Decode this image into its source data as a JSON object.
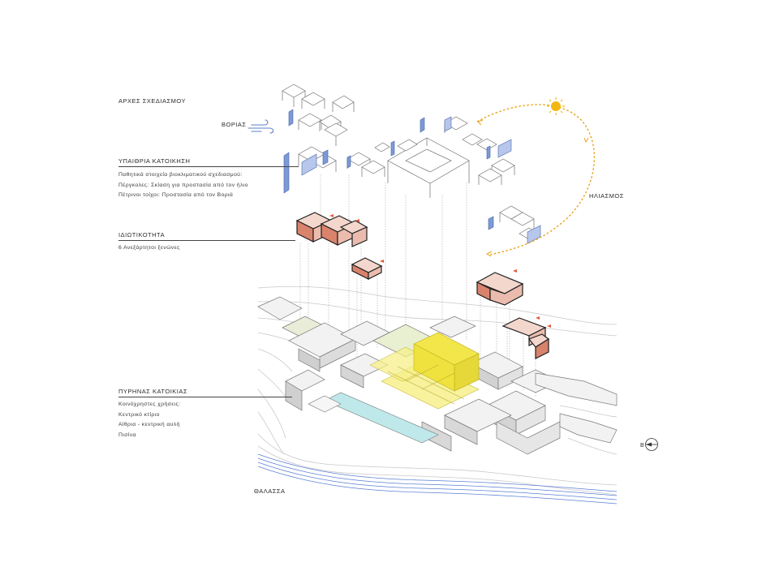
{
  "headings": {
    "design_principles": "ΑΡΧΕΣ ΣΧΕΔΙΑΣΜΟΥ",
    "north_wind": "ΒΟΡΙΑΣ",
    "outdoor_living": "ΥΠΑΙΘΡΙΑ ΚΑΤΟΙΚΗΣΗ",
    "privacy": "ΙΔΙΩΤΙΚΟΤΗΤΑ",
    "core": "ΠΥΡΗΝΑΣ ΚΑΤΟΙΚΙΑΣ",
    "sunlight": "ΗΛΙΑΣΜΟΣ",
    "sea": "ΘΑΛΑΣΣΑ"
  },
  "outdoor_living_items": [
    "Παθητικά στοιχεία βιοκλιματικού σχεδιασμού:",
    "Πέργκολες: Σκίαση για προστασία από τον ήλιο",
    "Πέτρινοι τοίχοι: Προστασία από τον Βοριά"
  ],
  "privacy_items": [
    "6 Ανεξάρτητοι ξενώνες"
  ],
  "core_items": [
    "Κοινόχρηστες χρήσεις:",
    "Κεντρικό κτίριο",
    "Αίθρια - κεντρική αυλή",
    "Πισίνα"
  ],
  "colors": {
    "blue_walls": "#5a7fc8",
    "sun": "#f2b70f",
    "sun_path": "#e8a31a",
    "core_highlight": "#f2e64a",
    "guest_rooms": "#d9826c",
    "pool": "#bfe8ea",
    "sea_lines": "#5b7fd6"
  },
  "icons": [
    "wind-icon",
    "sun-icon",
    "north-arrow-icon"
  ]
}
